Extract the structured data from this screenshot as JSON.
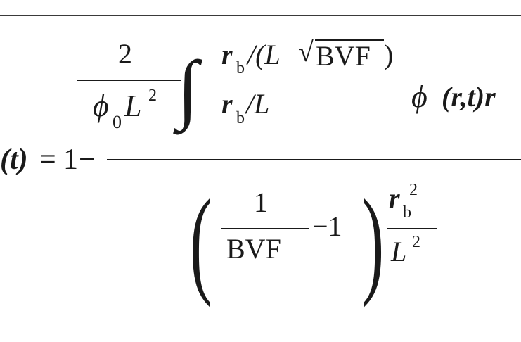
{
  "equation": {
    "lhs": "(t)",
    "equals": "=",
    "one": "1",
    "minus": "−",
    "numerator": {
      "coefficient_num": "2",
      "phi0_phi": "ϕ",
      "phi0_sub": "0",
      "L": "L",
      "L_exp": "2",
      "integral_sign": "∫",
      "upper_r": "r",
      "upper_sub": "b",
      "upper_rest": "/(L",
      "sqrt_sign": "√",
      "sqrt_arg": "BVF",
      "upper_close": ")",
      "lower_r": "r",
      "lower_sub": "b",
      "lower_rest": "/L",
      "integrand_phi": "ϕ",
      "integrand_args": "(r,t)r"
    },
    "denominator": {
      "open_paren": "(",
      "frac_num": "1",
      "frac_den": "BVF",
      "minus_one": "−1",
      "close_paren": ")",
      "rb": "r",
      "rb_sub": "b",
      "rb_exp": "2",
      "L": "L",
      "L_exp": "2"
    }
  }
}
